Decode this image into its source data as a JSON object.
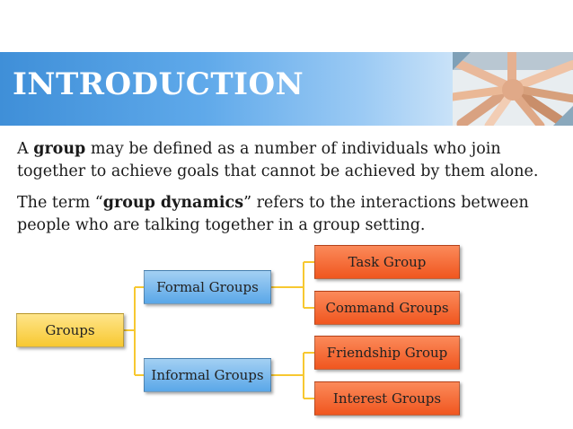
{
  "slide": {
    "title": "INTRODUCTION",
    "para1": {
      "pre": "A ",
      "bold": "group",
      "post": " may be defined as a number of individuals who join together to achieve goals that cannot be achieved by them alone."
    },
    "para2": {
      "pre": "The term “",
      "bold": "group dynamics",
      "post": "” refers to the interactions between people who are talking together in a group setting."
    }
  },
  "diagram": {
    "root": "Groups",
    "branches": [
      {
        "label": "Formal Groups",
        "children": [
          "Task Group",
          "Command Groups"
        ]
      },
      {
        "label": "Informal Groups",
        "children": [
          "Friendship Group",
          "Interest Groups"
        ]
      }
    ],
    "colors": {
      "root": "#f7c831",
      "branch": "#5aa7e8",
      "leaf": "#f0561f",
      "connector": "#f7c831",
      "title_bar": "#4a95dc"
    }
  }
}
